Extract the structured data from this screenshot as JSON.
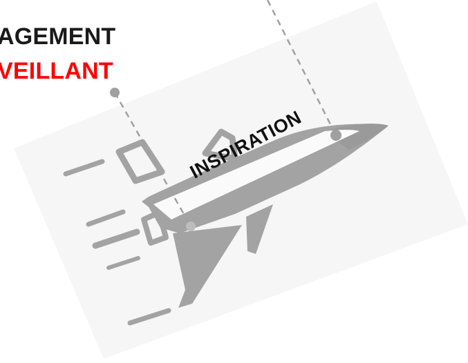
{
  "labels": {
    "engagement": "AGEMENT",
    "bienveillant": "VEILLANT",
    "inspiration": "INSPIRATION"
  },
  "colors": {
    "engagement_text": "#1a1a1a",
    "bienveillant_text": "#ff0000",
    "rocket": "#a3a3a3",
    "background_panel": "#f6f6f6",
    "connector": "#a0a0a0"
  },
  "icons": {
    "main_graphic": "rocket-jet-icon"
  }
}
